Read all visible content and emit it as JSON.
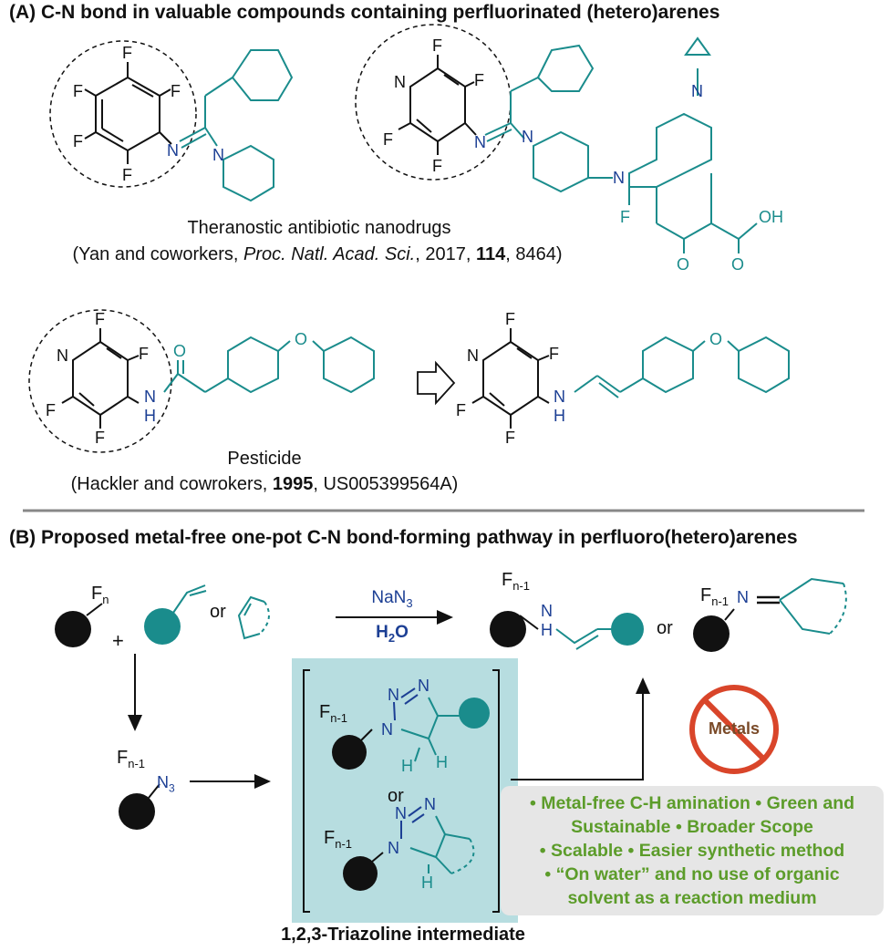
{
  "section_a": {
    "title": "(A) C-N bond in valuable compounds containing perfluorinated (hetero)arenes",
    "caption1_line1": "Theranostic antibiotic nanodrugs",
    "caption1_line2_pre": "(Yan and coworkers, ",
    "caption1_line2_journal": "Proc. Natl. Acad. Sci.",
    "caption1_line2_mid": ", 2017, ",
    "caption1_line2_volume": "114",
    "caption1_line2_post": ", 8464)",
    "caption2_line1": "Pesticide",
    "caption2_line2_pre": "(Hackler and cowrokers, ",
    "caption2_line2_year": "1995",
    "caption2_line2_post": ", US005399564A)"
  },
  "section_b": {
    "title": "(B) Proposed metal-free one-pot C-N bond-forming pathway in perfluoro(hetero)arenes",
    "reagent": "NaN",
    "reagent_sub": "3",
    "solvent": "H",
    "solvent_sub": "2",
    "solvent_tail": "O",
    "or_label": "or",
    "plus": "+",
    "no_metals": "Metals",
    "intermediate_caption": "1,2,3-Triazoline intermediate",
    "benefits": [
      "• Metal-free C-H amination  • Green and",
      "Sustainable  • Broader Scope",
      "• Scalable  • Easier synthetic method",
      "• “On water” and no use of organic",
      "solvent as a reaction medium"
    ]
  },
  "atom_labels": {
    "F": "F",
    "N": "N",
    "H": "H",
    "O": "O",
    "OH": "OH",
    "Fn": "F",
    "n": "n",
    "Fn1": "F",
    "n1": "n-1",
    "N3": "N",
    "three": "3"
  },
  "colors": {
    "teal": "#1a8c8c",
    "blue": "#1c3f94",
    "green_text": "#5c9c2a",
    "box_fill": "#b7dde0",
    "grey_box": "#e6e6e6",
    "red_sign": "#d9452a",
    "metals_text": "#7a4a28"
  }
}
